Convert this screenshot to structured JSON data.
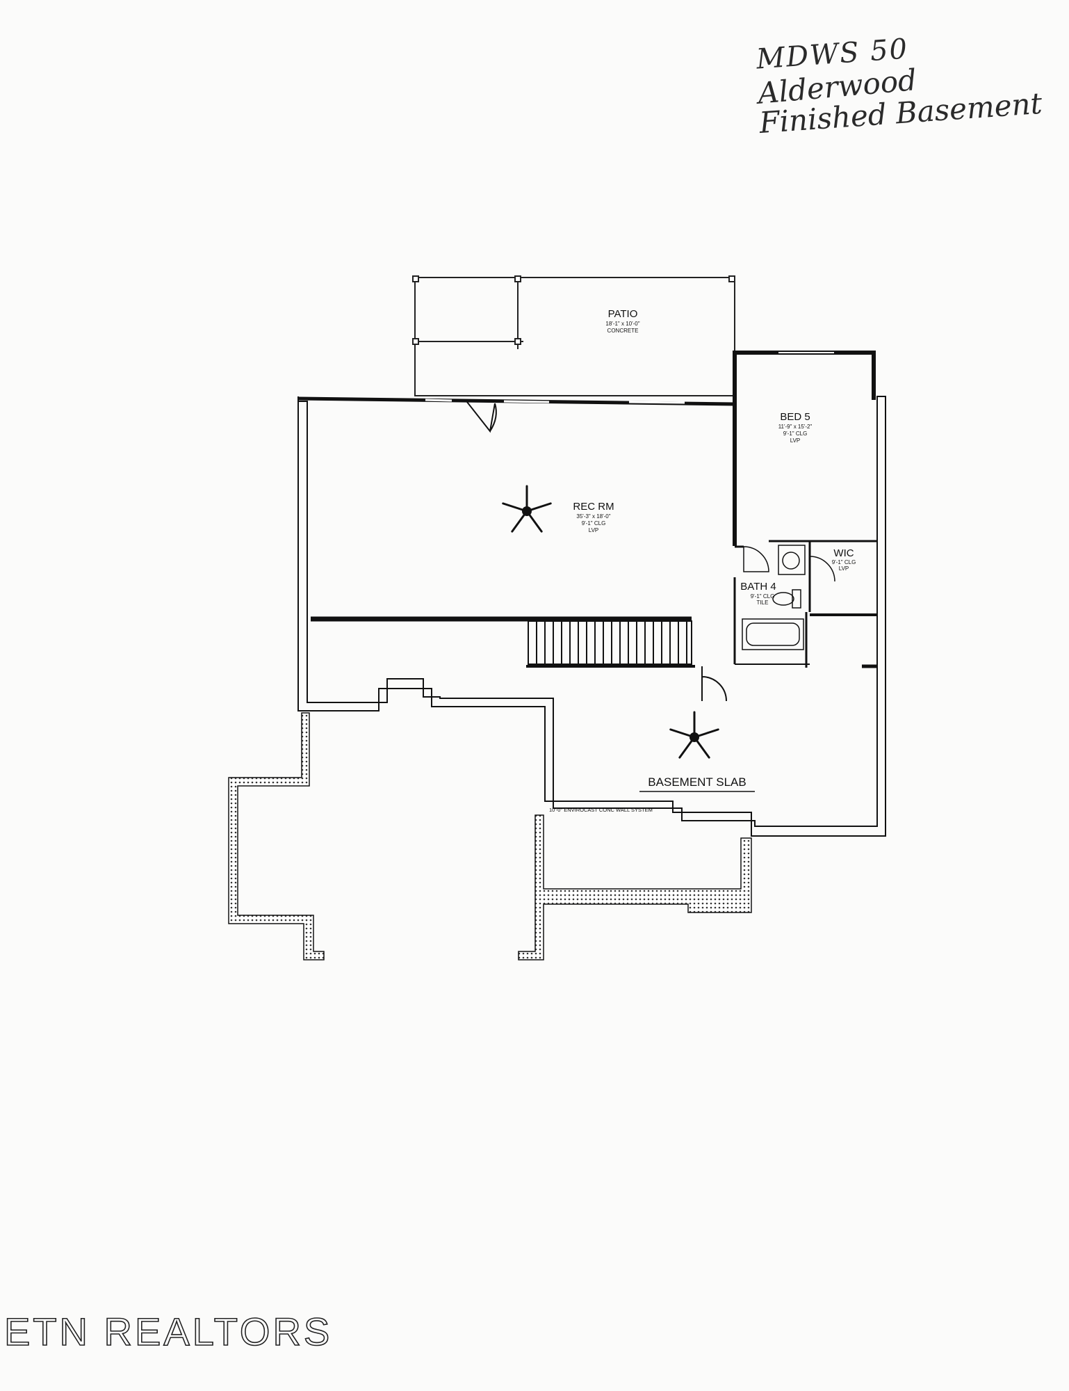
{
  "handwritten_note": {
    "line1": "MDWS 50",
    "line2": "Alderwood",
    "line3": "Finished Basement"
  },
  "watermark": "ETN REALTORS",
  "rooms": {
    "patio": {
      "name": "PATIO",
      "dims": "18'-1\" x 10'-0\"",
      "floor": "CONCRETE"
    },
    "rec_room": {
      "name": "REC RM",
      "dims": "35'-3\" x 18'-0\"",
      "ceiling": "9'-1\" CLG",
      "floor": "LVP"
    },
    "bed5": {
      "name": "BED 5",
      "dims": "11'-9\" x 15'-2\"",
      "ceiling": "9'-1\" CLG",
      "floor": "LVP"
    },
    "wic": {
      "name": "WIC",
      "ceiling": "9'-1\" CLG",
      "floor": "LVP"
    },
    "bath4": {
      "name": "BATH 4",
      "ceiling": "9'-1\" CLG",
      "floor": "TILE"
    },
    "basement_slab": {
      "name": "BASEMENT SLAB"
    }
  },
  "wall_note": "10'-0\" ENVIROCAST CONC WALL SYSTEM",
  "icons": [
    "ceiling-fan-icon",
    "toilet-icon",
    "sink-icon",
    "bathtub-icon",
    "door-swing-icon",
    "stair-icon"
  ]
}
